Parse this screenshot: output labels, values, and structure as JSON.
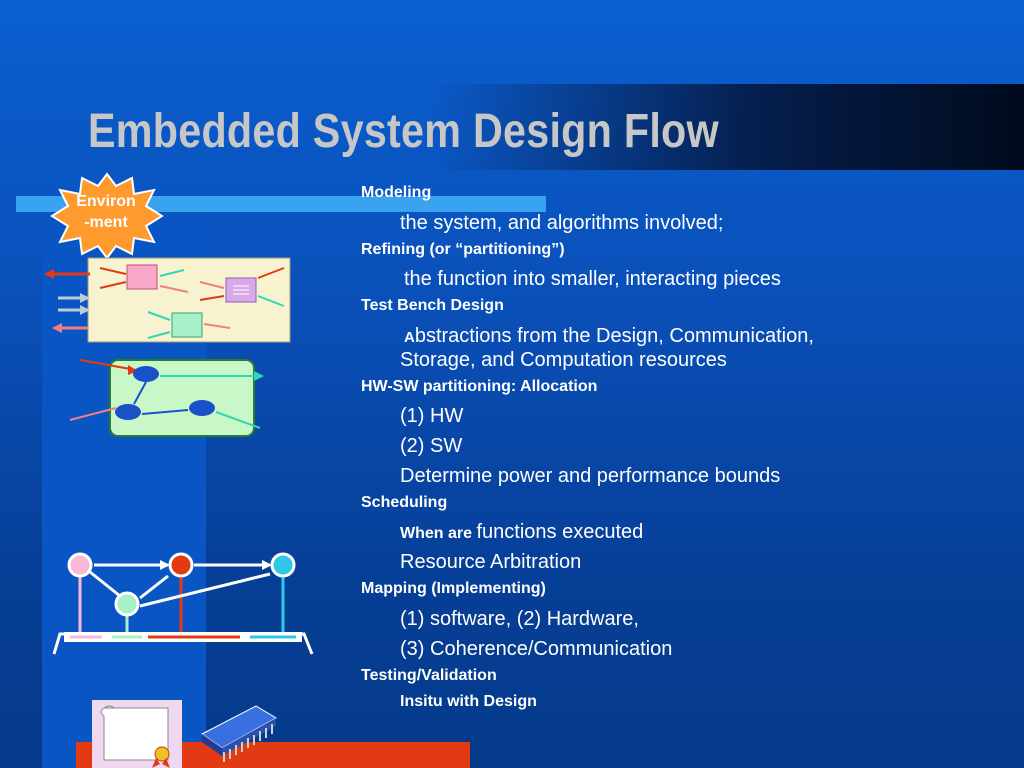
{
  "title": "Embedded System Design Flow",
  "environment_label": [
    "Environ",
    "-ment"
  ],
  "items": {
    "modeling": "Modeling",
    "modeling_sub": "the system, and  algorithms involved;",
    "refining": "Refining (or “partitioning”)",
    "refining_sub": "the function into smaller, interacting pieces",
    "testbench": "Test Bench Design",
    "testbench_sub_first": "A",
    "testbench_sub_rest": "bstractions from the Design, Communication,",
    "testbench_sub_2": "Storage, and Computation resources",
    "hwsw": "HW-SW partitioning: Allocation",
    "hw": "(1) HW",
    "sw": "(2) SW",
    "power": "Determine power and performance bounds",
    "scheduling": "Scheduling",
    "when_are": "When are",
    "functions_executed": "functions executed",
    "arbitration": "Resource Arbitration",
    "mapping": "Mapping (Implementing)",
    "mapping_1": "(1) software,  (2) Hardware,",
    "mapping_2": "(3) Coherence/Communication",
    "testing": "Testing/Validation",
    "insitu": "Insitu with Design"
  },
  "colors": {
    "background": "#0a4fb8",
    "title": "#c7c7c7",
    "accent_bar": "#3aa3f0",
    "starburst": "#ff9a2e",
    "bottom_bar": "#e23a12"
  },
  "icons": [
    "starburst-shape",
    "scroll-document-icon",
    "microchip-icon"
  ]
}
